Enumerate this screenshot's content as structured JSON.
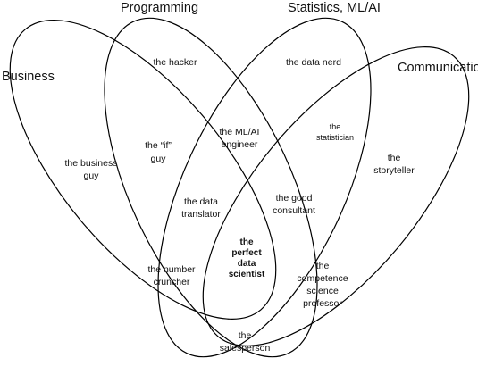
{
  "sets": {
    "programming": "Programming",
    "statistics": "Statistics, ML/AI",
    "business": "Business",
    "communication": "Communication"
  },
  "regions": {
    "hacker": "the hacker",
    "data_nerd": "the data nerd",
    "if_guy_1": "the “if”",
    "if_guy_2": "guy",
    "business_guy_1": "the business",
    "business_guy_2": "guy",
    "mlai_1": "the ML/AI",
    "mlai_2": "engineer",
    "statistician_1": "the",
    "statistician_2": "statistician",
    "storyteller_1": "the",
    "storyteller_2": "storyteller",
    "translator_1": "the data",
    "translator_2": "translator",
    "consultant_1": "the good",
    "consultant_2": "consultant",
    "perfect_1": "the",
    "perfect_2": "perfect",
    "perfect_3": "data",
    "perfect_4": "scientist",
    "cruncher_1": "the number",
    "cruncher_2": "cruncher",
    "professor_1": "the",
    "professor_2": "competence",
    "professor_3": "science",
    "professor_4": "professor",
    "salesperson_1": "the",
    "salesperson_2": "salesperson"
  }
}
